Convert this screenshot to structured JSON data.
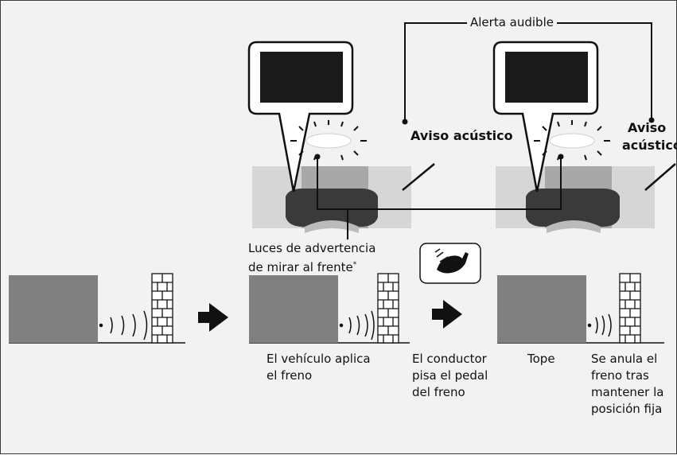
{
  "labels": {
    "alerta_audible": "Alerta audible",
    "aviso_left": "Aviso acústico",
    "aviso_right_line1": "Aviso",
    "aviso_right_line2": "acústico",
    "luces_line1": "Luces de advertencia",
    "luces_line2": "de mirar al frente",
    "luces_mark": "*",
    "step1_line1": "El vehículo aplica",
    "step1_line2": "el freno",
    "step2_line1": "El conductor",
    "step2_line2": "pisa el pedal",
    "step2_line3": "del freno",
    "step3": "Tope",
    "step4_line1": "Se anula el",
    "step4_line2": "freno tras",
    "step4_line3": "mantener la",
    "step4_line4": "posición fija"
  },
  "icons": [
    "speech-bubble-icon",
    "screen-display-icon",
    "flashing-light-icon",
    "car-dashboard-icon",
    "vehicle-icon",
    "brick-wall-icon",
    "radar-wave-icon",
    "arrow-right-icon",
    "foot-on-pedal-icon"
  ],
  "colors": {
    "background": "#f2f2f2",
    "vehicle_gray": "#808080",
    "screen_black": "#1a1a1a",
    "car_dark": "#3a3a3a",
    "arrow": "#111111"
  }
}
